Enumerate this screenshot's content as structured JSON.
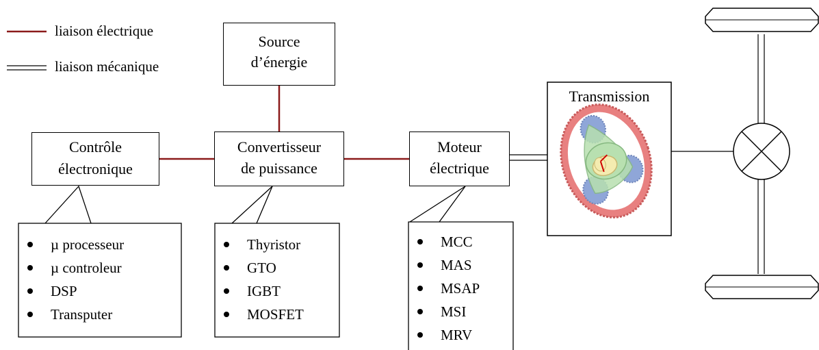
{
  "legend": {
    "electrical": "liaison électrique",
    "mechanical": "liaison mécanique"
  },
  "source": {
    "line1": "Source",
    "line2": "d’énergie"
  },
  "control": {
    "line1": "Contrôle",
    "line2": "électronique",
    "items": [
      "µ processeur",
      "µ controleur",
      "DSP",
      "Transputer"
    ]
  },
  "converter": {
    "line1": "Convertisseur",
    "line2": "de puissance",
    "items": [
      "Thyristor",
      "GTO",
      "IGBT",
      "MOSFET"
    ]
  },
  "motor": {
    "line1": "Moteur",
    "line2": "électrique",
    "items": [
      "MCC",
      "MAS",
      "MSAP",
      "MSI",
      "MRV"
    ]
  },
  "transmission": {
    "label": "Transmission"
  },
  "colors": {
    "electrical_line": "#8b1a1a",
    "gear_ring": "#e88080",
    "gear_planet": "#8fa6d8",
    "gear_carrier": "#b8e0b0",
    "gear_sun": "#f4ecb0"
  }
}
